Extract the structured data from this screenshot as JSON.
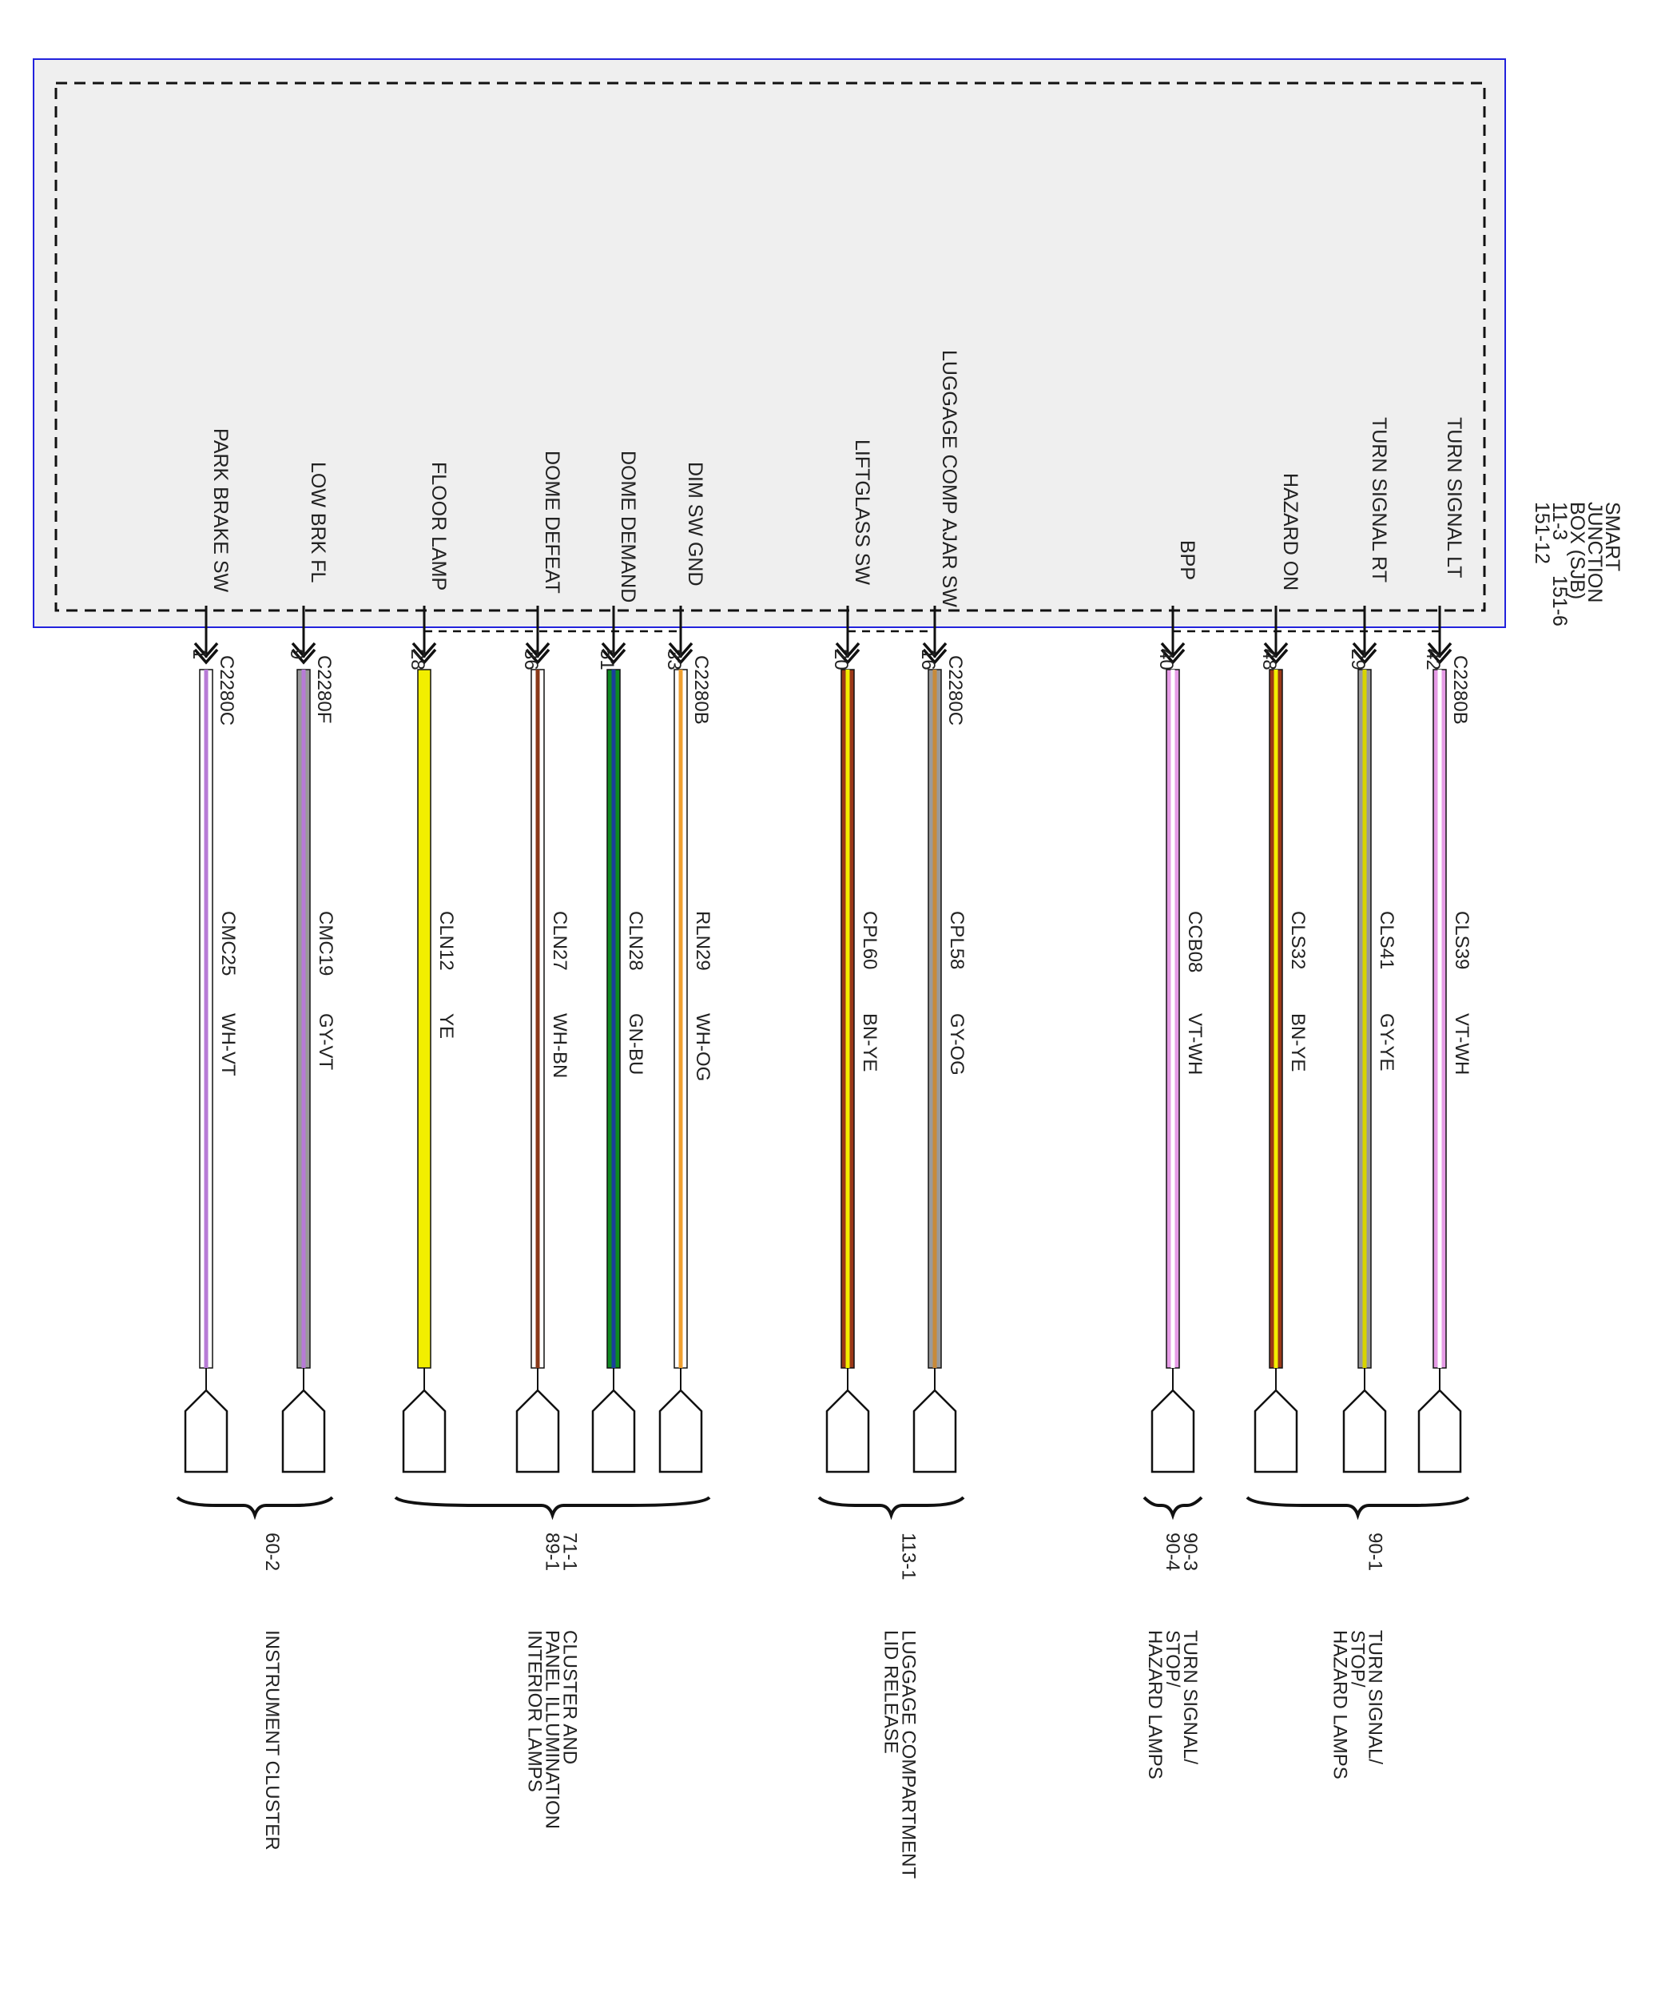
{
  "module": {
    "name_lines": [
      "SMART",
      "JUNCTION",
      "BOX (SJB)"
    ],
    "page_refs_left": [
      "11-3",
      "151-12"
    ],
    "page_ref_right": "151-6"
  },
  "colors": {
    "module_border": "#2222dd",
    "module_fill": "#efefef",
    "line": "#111111",
    "wire_stripe": "#ffffff"
  },
  "wires": [
    {
      "function": "PARK BRAKE SW",
      "pin": "1",
      "connector": "C2280C",
      "circuit": "CMC25",
      "color_code": "WH-VT",
      "base": "#ffffff",
      "stripe": "#b77bd6"
    },
    {
      "function": "LOW BRK FL",
      "pin": "9",
      "connector": "C2280F",
      "circuit": "CMC19",
      "color_code": "GY-VT",
      "base": "#9a9a9a",
      "stripe": "#b77bd6"
    },
    {
      "function": "FLOOR LAMP",
      "pin": "28",
      "connector": "",
      "circuit": "CLN12",
      "color_code": "YE",
      "base": "#f2ee00",
      "stripe": ""
    },
    {
      "function": "DOME DEFEAT",
      "pin": "36",
      "connector": "",
      "circuit": "CLN27",
      "color_code": "WH-BN",
      "base": "#ffffff",
      "stripe": "#8b3a1a"
    },
    {
      "function": "DOME DEMAND",
      "pin": "51",
      "connector": "",
      "circuit": "CLN28",
      "color_code": "GN-BU",
      "base": "#0f8a22",
      "stripe": "#1a3f9c"
    },
    {
      "function": "DIM SW GND",
      "pin": "33",
      "connector": "C2280B",
      "circuit": "RLN29",
      "color_code": "WH-OG",
      "base": "#ffffff",
      "stripe": "#f0a030"
    },
    {
      "function": "LIFTGLASS SW",
      "pin": "20",
      "connector": "",
      "circuit": "CPL60",
      "color_code": "BN-YE",
      "base": "#9b3818",
      "stripe": "#f2ee00"
    },
    {
      "function": "LUGGAGE COMP AJAR SW",
      "pin": "16",
      "connector": "C2280C",
      "circuit": "CPL58",
      "color_code": "GY-OG",
      "base": "#9a9a9a",
      "stripe": "#c88a3a"
    },
    {
      "function": "BPP",
      "pin": "40",
      "connector": "",
      "circuit": "CCB08",
      "color_code": "VT-WH",
      "base": "#e69ce6",
      "stripe": "#ffffff"
    },
    {
      "function": "HAZARD ON",
      "pin": "48",
      "connector": "",
      "circuit": "CLS32",
      "color_code": "BN-YE",
      "base": "#9b3818",
      "stripe": "#f2ee00"
    },
    {
      "function": "TURN SIGNAL RT",
      "pin": "29",
      "connector": "",
      "circuit": "CLS41",
      "color_code": "GY-YE",
      "base": "#9a9a9a",
      "stripe": "#d8d400"
    },
    {
      "function": "TURN SIGNAL LT",
      "pin": "42",
      "connector": "C2280B",
      "circuit": "CLS39",
      "color_code": "VT-WH",
      "base": "#e69ce6",
      "stripe": "#ffffff"
    }
  ],
  "destinations": [
    {
      "refs": [
        "60-2"
      ],
      "label_lines": [
        "INSTRUMENT CLUSTER"
      ]
    },
    {
      "refs": [
        "71-1",
        "89-1"
      ],
      "label_lines": [
        "CLUSTER AND",
        "PANEL ILLUMINATION",
        "INTERIOR LAMPS"
      ]
    },
    {
      "refs": [
        "113-1"
      ],
      "label_lines": [
        "LUGGAGE COMPARTMENT",
        "LID RELEASE"
      ]
    },
    {
      "refs": [
        "90-3",
        "90-4"
      ],
      "label_lines": [
        "TURN SIGNAL/",
        "STOP/",
        "HAZARD LAMPS"
      ]
    },
    {
      "refs": [
        "90-1"
      ],
      "label_lines": [
        "TURN SIGNAL/",
        "STOP/",
        "HAZARD LAMPS"
      ]
    }
  ]
}
